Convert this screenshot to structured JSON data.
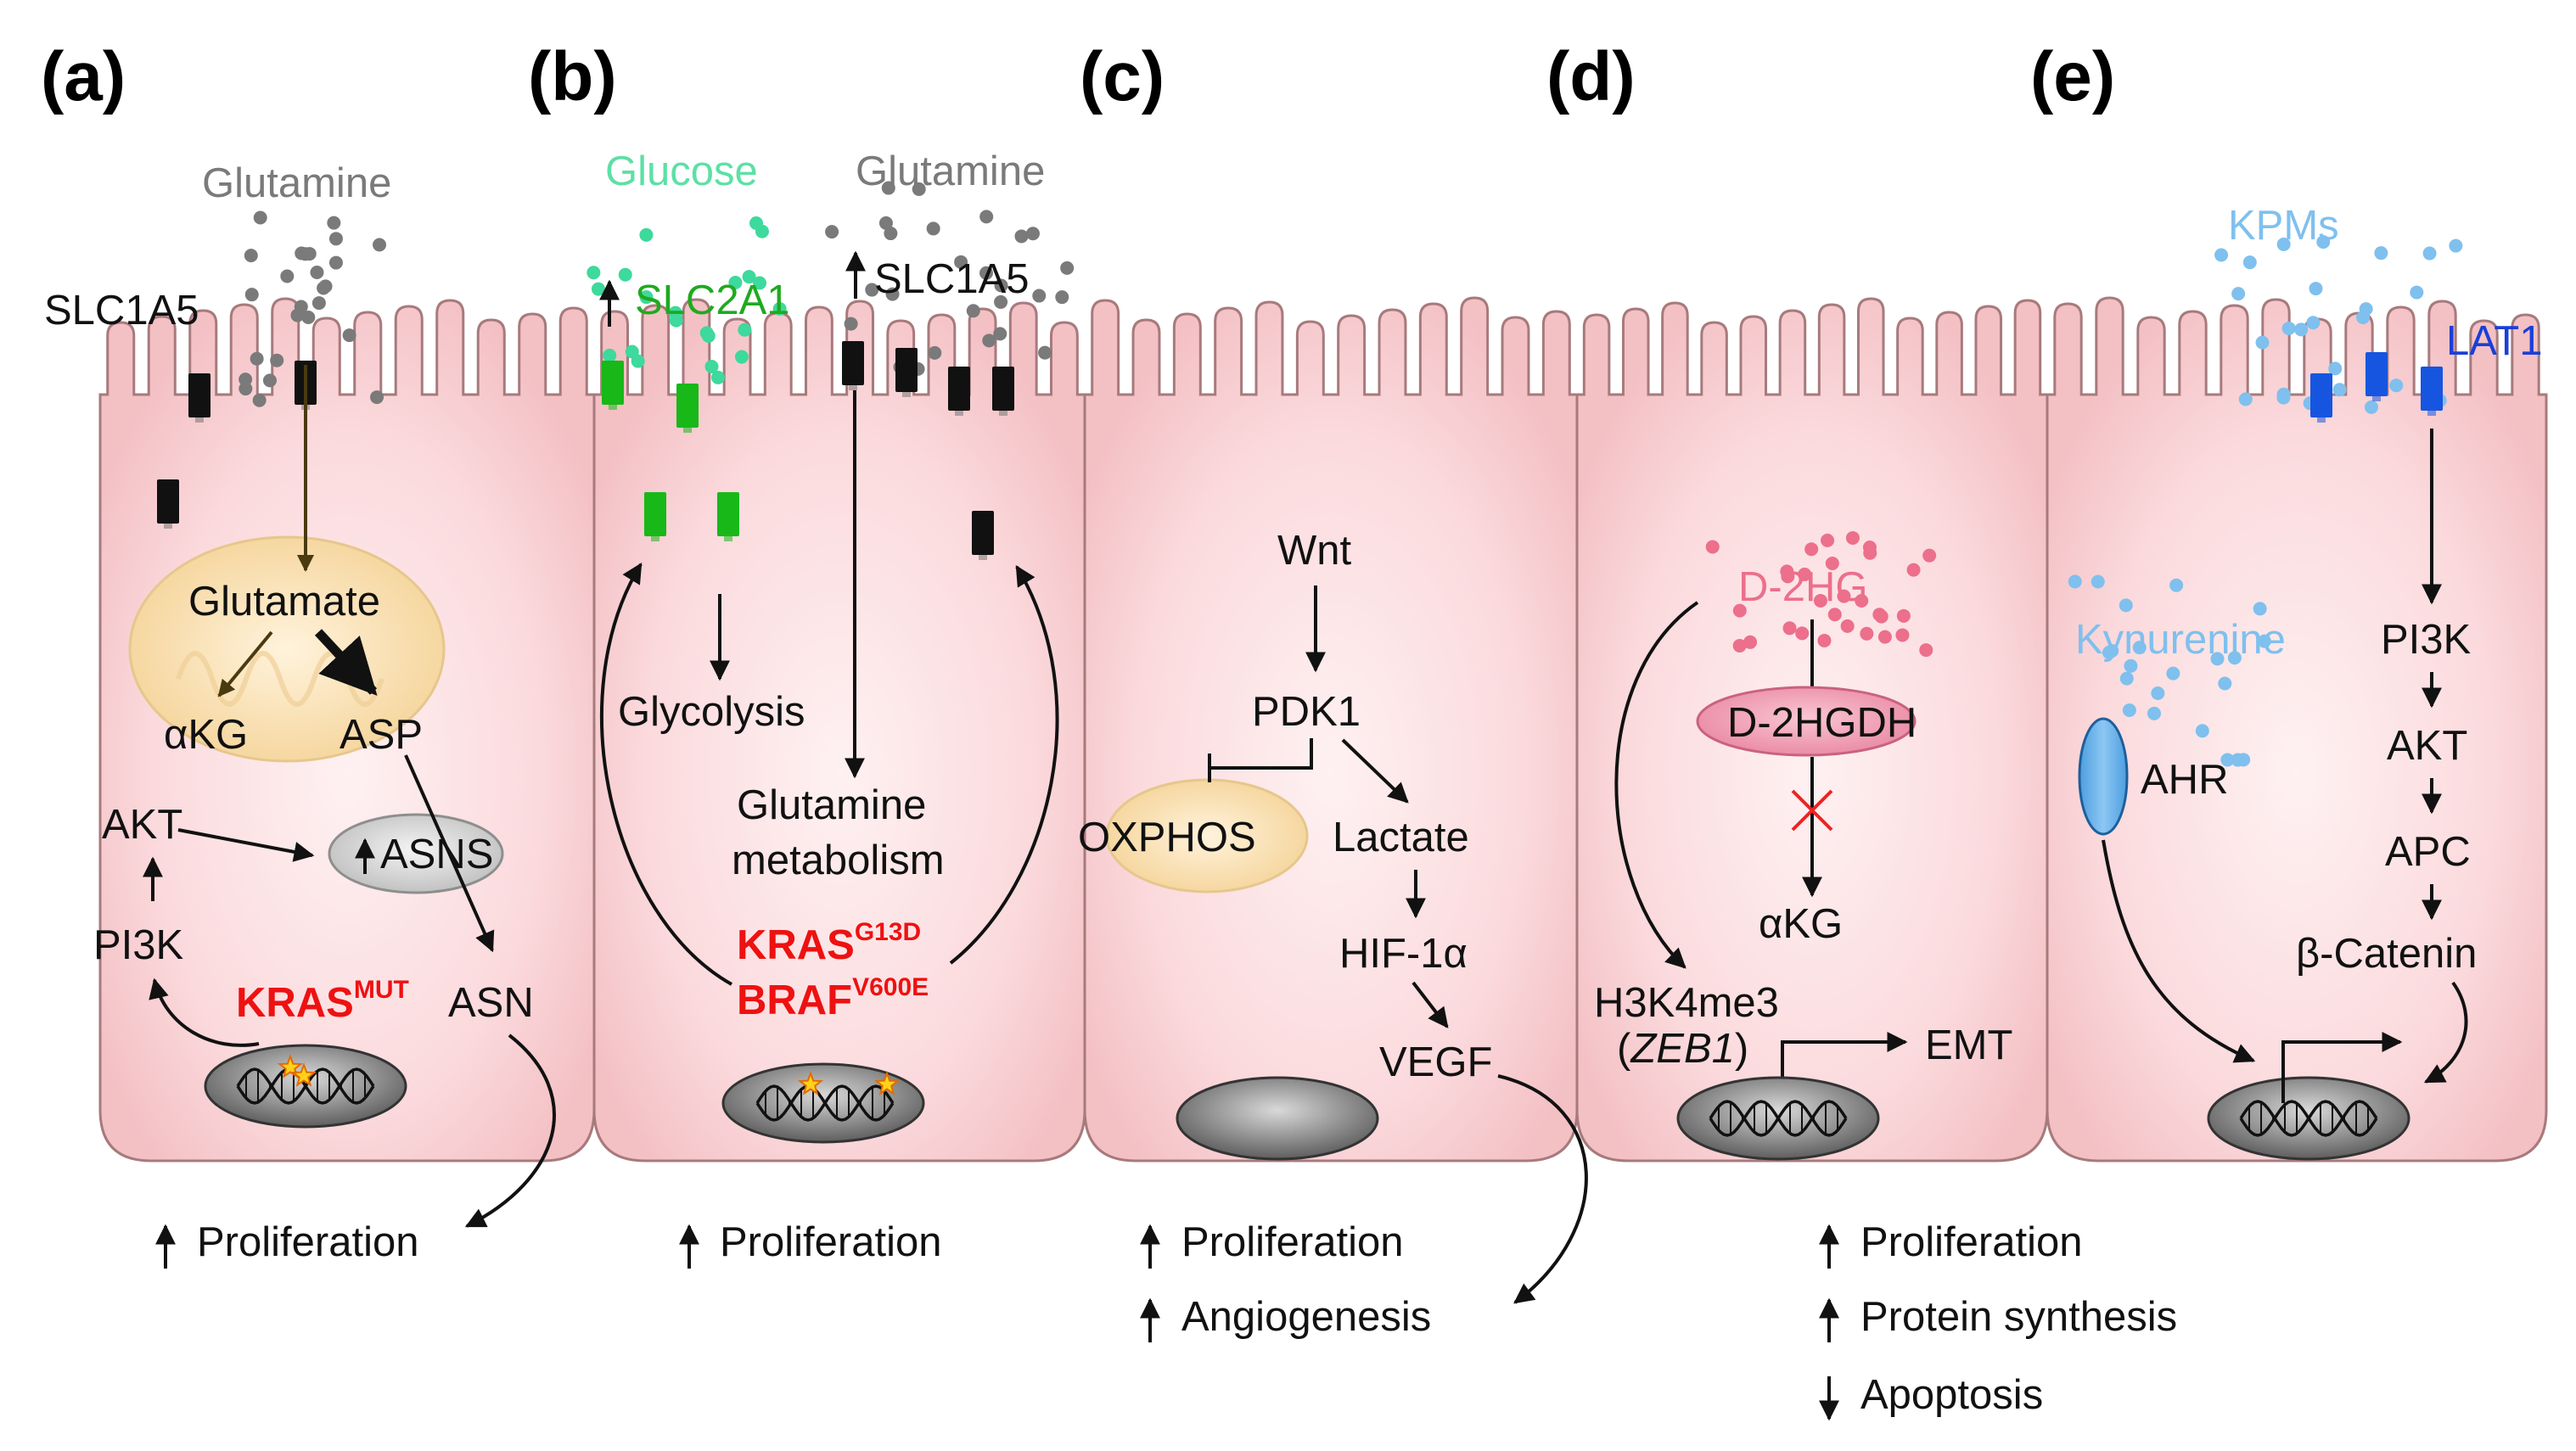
{
  "panels": [
    {
      "id": "(a)",
      "labels": {
        "glutamine": "Glutamine",
        "slc1a5": "SLC1A5",
        "glutamate": "Glutamate",
        "akg": "αKG",
        "asp": "ASP",
        "akt": "AKT",
        "asns": "ASNS",
        "pi3k": "PI3K",
        "kras": "KRAS",
        "kras_sup": "MUT",
        "asn": "ASN"
      },
      "outcomes": [
        "Proliferation"
      ]
    },
    {
      "id": "(b)",
      "labels": {
        "glucose": "Glucose",
        "slc2a1": "SLC2A1",
        "glutamine": "Glutamine",
        "slc1a5": "SLC1A5",
        "glycolysis": "Glycolysis",
        "glut_met_1": "Glutamine",
        "glut_met_2": "metabolism",
        "kras": "KRAS",
        "kras_sup": "G13D",
        "braf": "BRAF",
        "braf_sup": "V600E"
      },
      "outcomes": [
        "Proliferation"
      ]
    },
    {
      "id": "(c)",
      "labels": {
        "wnt": "Wnt",
        "pdk1": "PDK1",
        "oxphos": "OXPHOS",
        "lactate": "Lactate",
        "hif": "HIF-1α",
        "vegf": "VEGF"
      },
      "outcomes": [
        "Proliferation",
        "Angiogenesis"
      ]
    },
    {
      "id": "(d)",
      "labels": {
        "d2hg": "D-2HG",
        "d2hgdh": "D-2HGDH",
        "akg": "αKG",
        "h3k4": "H3K4me3",
        "zeb1": "ZEB1",
        "emt": "EMT"
      },
      "outcomes": [
        "Proliferation",
        "Protein synthesis",
        "Apoptosis"
      ],
      "outcome_dirs": [
        "up",
        "up",
        "down"
      ]
    },
    {
      "id": "(e)",
      "labels": {
        "kpms": "KPMs",
        "lat1": "LAT1",
        "kynurenine": "Kynurenine",
        "ahr": "AHR",
        "pi3k": "PI3K",
        "akt": "AKT",
        "apc": "APC",
        "bcat": "β-Catenin"
      },
      "outcomes": []
    }
  ],
  "colors": {
    "cell_fill": "#f8cdd0",
    "cell_edge": "#a77a7c",
    "transporter_black": "#111111",
    "transporter_green": "#18b818",
    "transporter_blue": "#1655e0",
    "glutamine_dots": "#7a7a7a",
    "glucose_text": "#5de0a6",
    "glucose_dots": "#3ed99c",
    "slc2a1_text": "#1faa1f",
    "kpm_color": "#7fc0ee",
    "lat1_text": "#1a3fd8",
    "d2hg_color": "#ec6f8c",
    "d2hgdh_fill": "#ef9bb2",
    "mito_fill": "#f6dcae",
    "kras_red": "#ee1111",
    "inhibit_cross": "#ee2222"
  },
  "icons": [
    "dna-helix-icon",
    "mitochondrion-icon",
    "nucleus-icon",
    "mutation-star-icon",
    "transporter-icon"
  ]
}
